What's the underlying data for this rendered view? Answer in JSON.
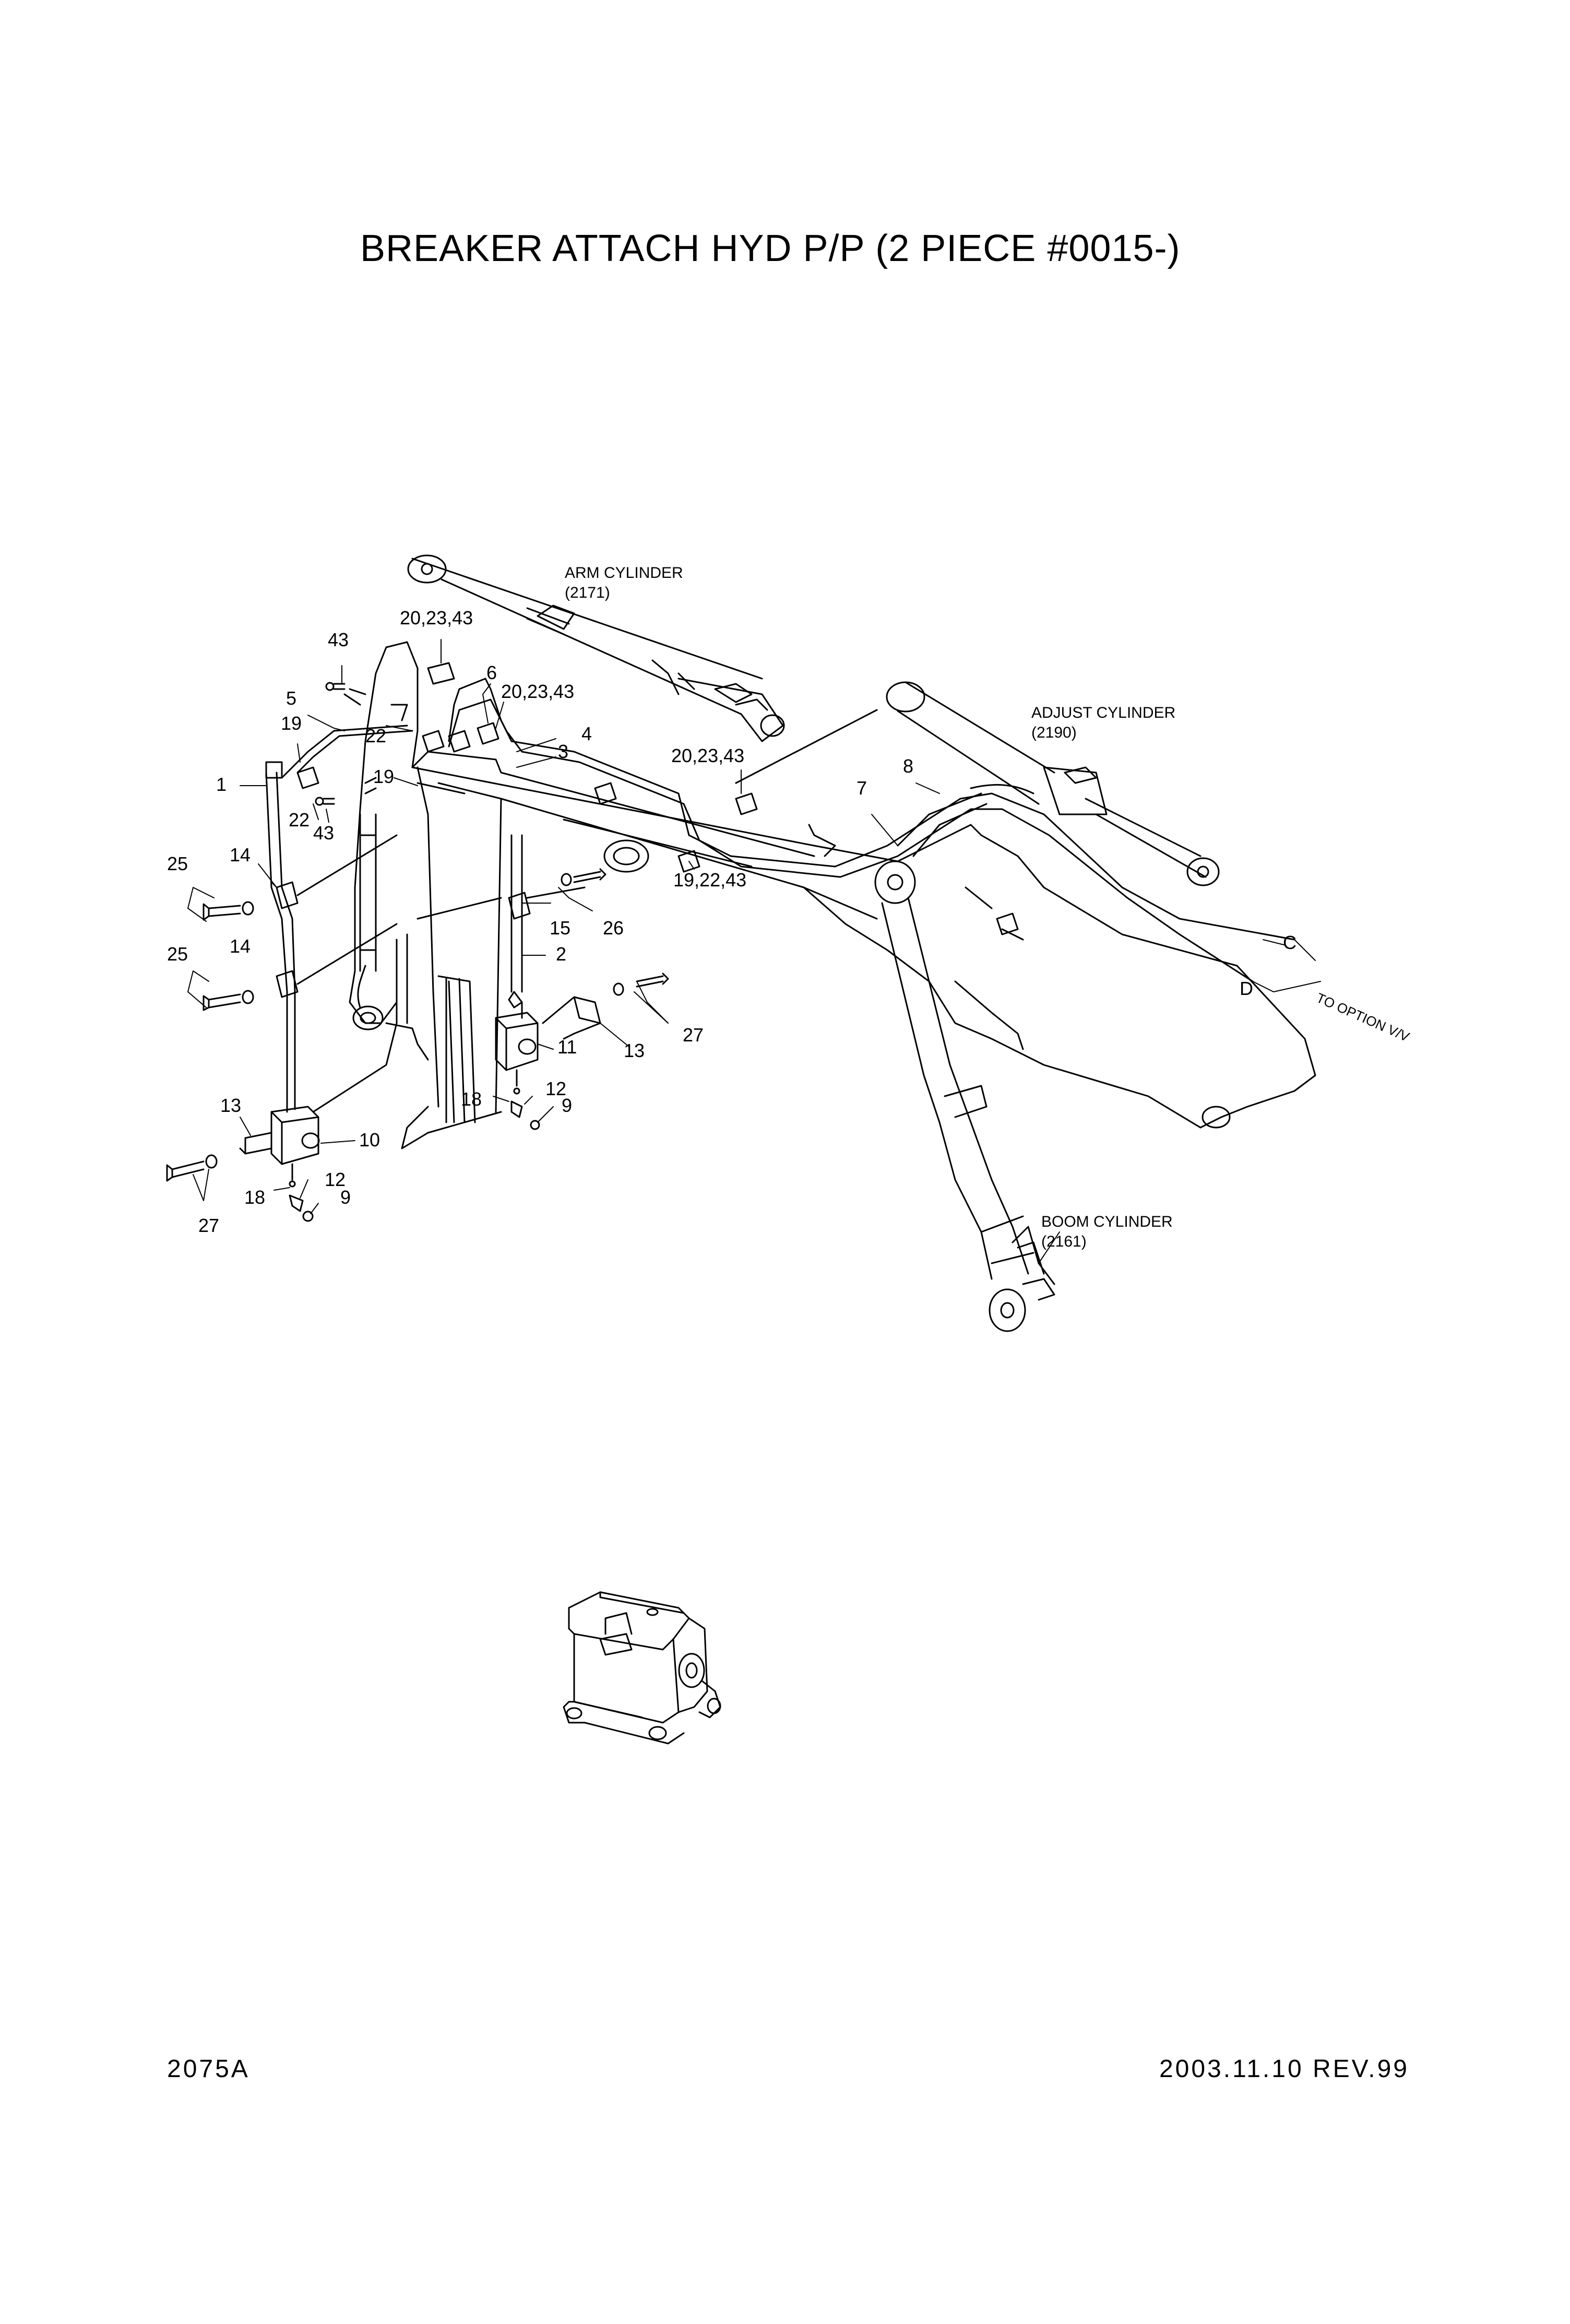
{
  "title": "BREAKER ATTACH HYD P/P (2 PIECE #0015-)",
  "footer": {
    "sheet_number": "2075A",
    "date_revision": "2003.11.10 REV.99"
  },
  "components": [
    {
      "id": "arm_cylinder",
      "name": "ARM CYLINDER",
      "ref": "(2171)"
    },
    {
      "id": "adjust_cylinder",
      "name": "ADJUST CYLINDER",
      "ref": "(2190)"
    },
    {
      "id": "boom_cylinder",
      "name": "BOOM CYLINDER",
      "ref": "(2161)"
    }
  ],
  "callouts": [
    "43",
    "20,23,43",
    "6",
    "20,23,43",
    "5",
    "19",
    "22",
    "4",
    "3",
    "19",
    "1",
    "22",
    "43",
    "20,23,43",
    "7",
    "8",
    "25",
    "14",
    "19,22,43",
    "15",
    "26",
    "25",
    "14",
    "2",
    "11",
    "13",
    "27",
    "13",
    "18",
    "12",
    "9",
    "10",
    "18",
    "12",
    "9",
    "27",
    "C",
    "D"
  ],
  "destination_note": "TO OPTION V/V",
  "colors": {
    "line": "#000000",
    "background": "#ffffff"
  }
}
